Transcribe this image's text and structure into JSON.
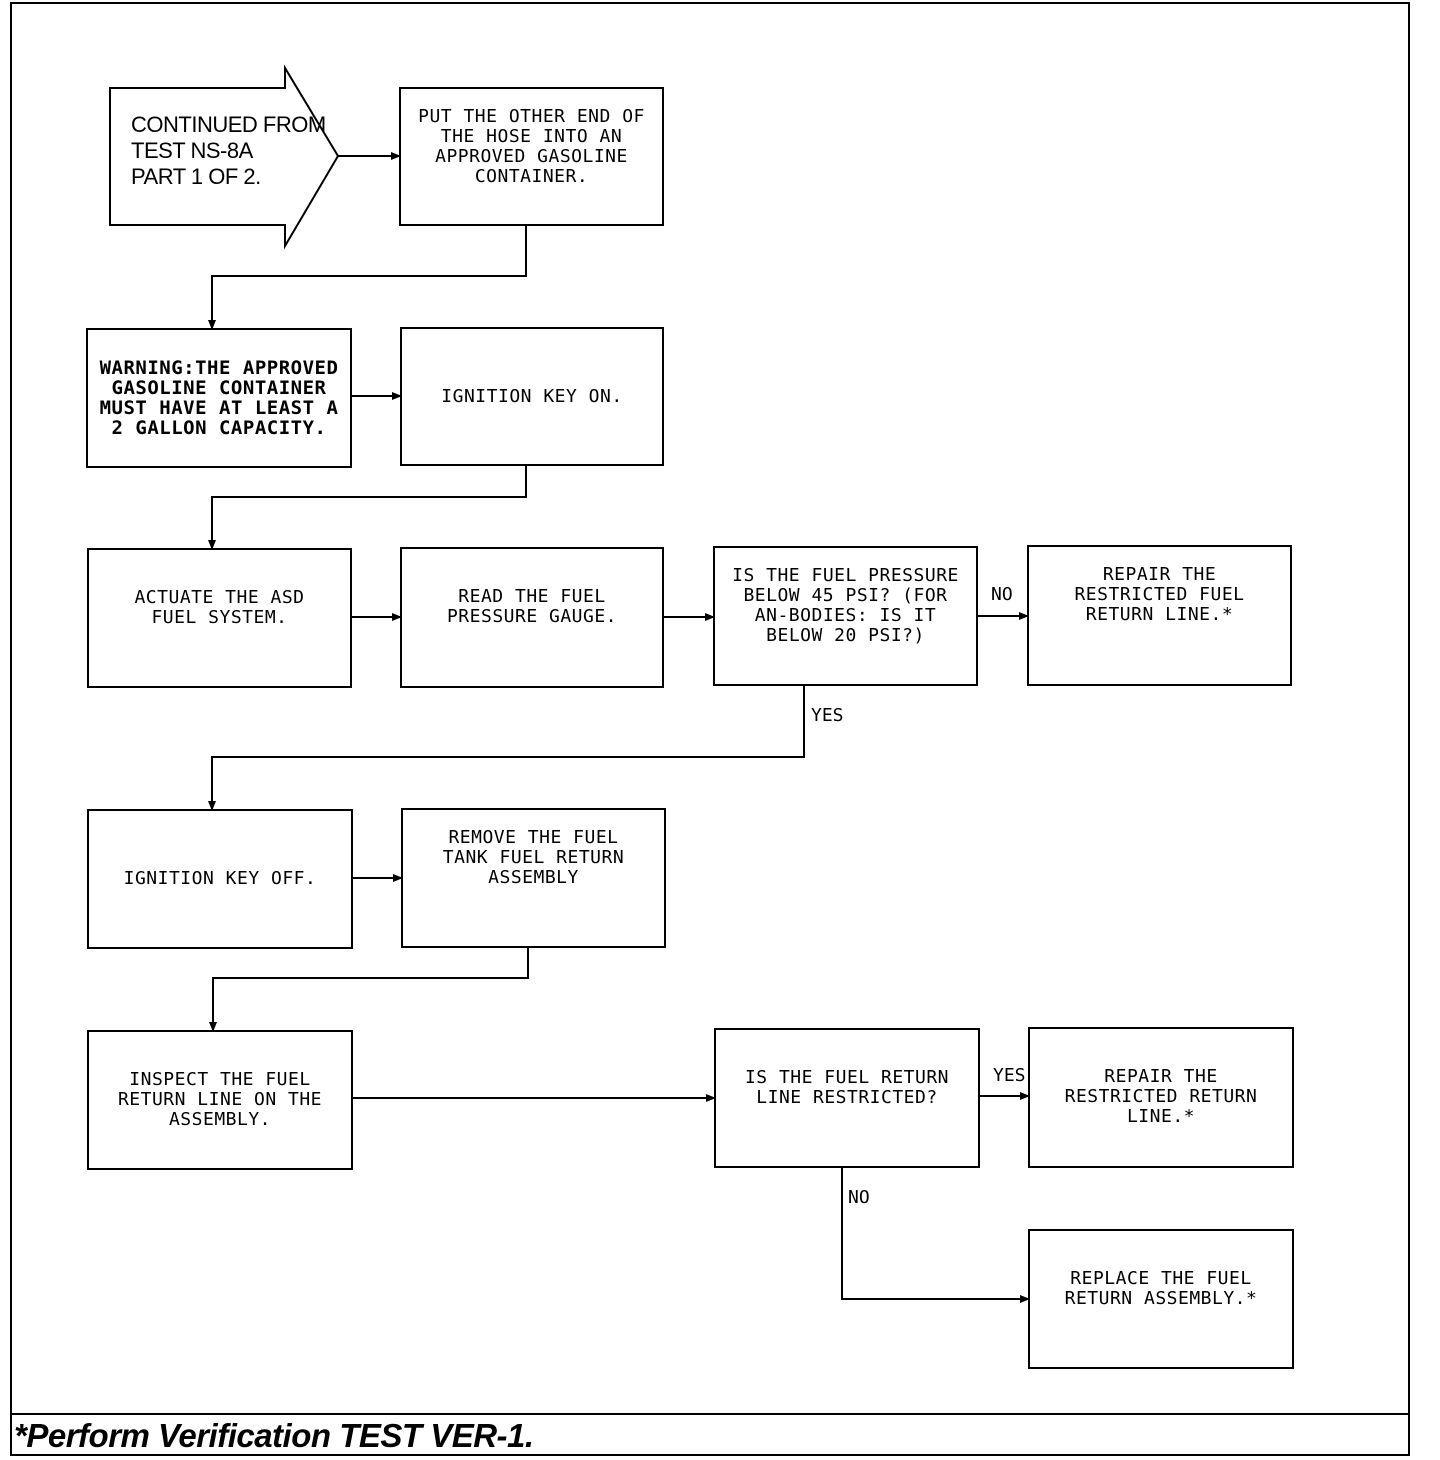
{
  "start": {
    "text": "CONTINUED FROM\nTEST NS-8A\nPART 1 OF 2."
  },
  "boxes": {
    "put_hose": "PUT THE OTHER END OF\nTHE HOSE INTO AN\nAPPROVED GASOLINE\nCONTAINER.",
    "warning": "WARNING:THE APPROVED\nGASOLINE CONTAINER\nMUST HAVE AT LEAST A\n2 GALLON CAPACITY.",
    "ignition_on": "IGNITION KEY ON.",
    "actuate": "ACTUATE THE ASD\nFUEL SYSTEM.",
    "read_gauge": "READ THE FUEL\nPRESSURE GAUGE.",
    "pressure_question": "IS THE FUEL PRESSURE\nBELOW 45 PSI? (FOR\nAN-BODIES: IS IT\nBELOW 20 PSI?)",
    "repair_fuel_return": "REPAIR THE\nRESTRICTED FUEL\nRETURN LINE.*",
    "ignition_off": "IGNITION KEY OFF.",
    "remove_assembly": "REMOVE THE FUEL\nTANK FUEL RETURN\nASSEMBLY",
    "inspect": "INSPECT THE FUEL\nRETURN LINE ON THE\nASSEMBLY.",
    "restricted_question": "IS THE FUEL RETURN\nLINE RESTRICTED?",
    "repair_return": "REPAIR THE\nRESTRICTED RETURN\nLINE.*",
    "replace_assembly": "REPLACE THE FUEL\nRETURN ASSEMBLY.*"
  },
  "labels": {
    "no_1": "NO",
    "yes_1": "YES",
    "yes_2": "YES",
    "no_2": "NO"
  },
  "footer": {
    "note": "*Perform Verification TEST VER-1."
  }
}
